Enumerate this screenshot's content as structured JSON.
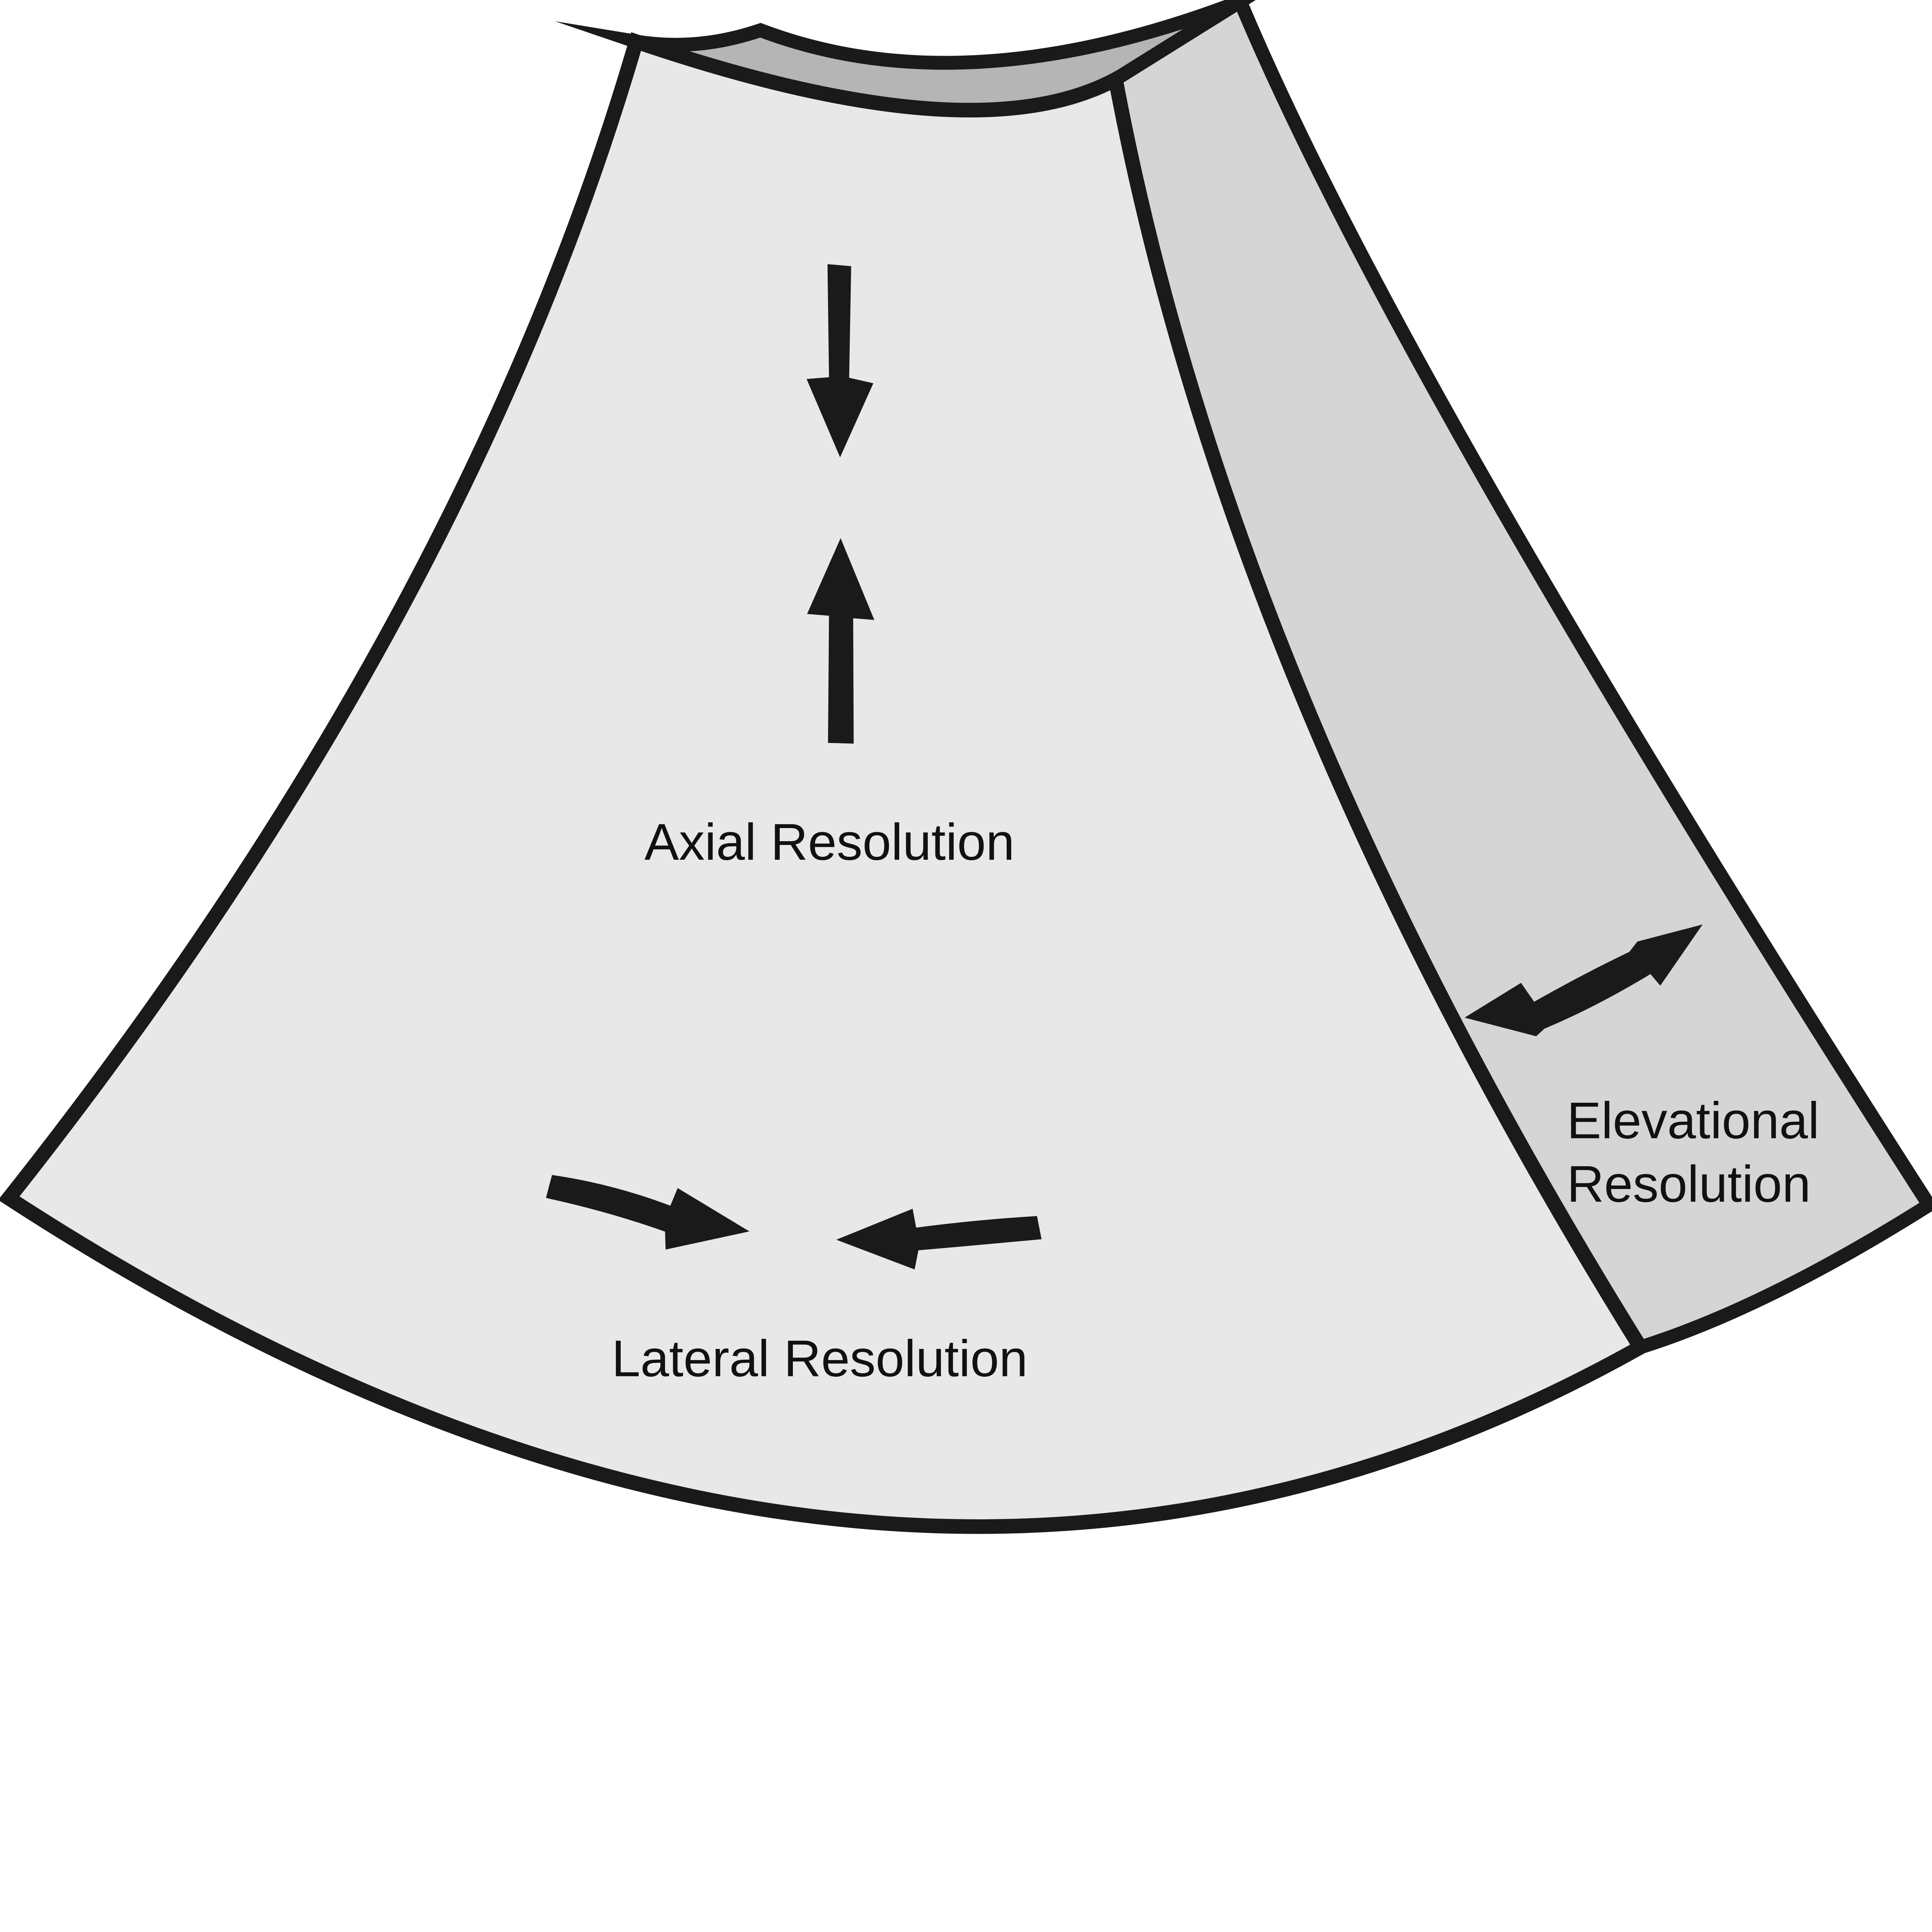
{
  "figure": {
    "type": "ultrasound-resolution-diagram",
    "labels": {
      "axial": "Axial Resolution",
      "lateral": "Lateral Resolution",
      "elevational_line1": "Elevational",
      "elevational_line2": "Resolution"
    },
    "arrows": {
      "axial_down": "down-arrow",
      "axial_up": "up-arrow",
      "lateral_left": "curved-right-pointing-arrow",
      "lateral_right": "curved-left-pointing-arrow",
      "elevational_sweep": "curved-double-headed-arrow"
    },
    "colors": {
      "background": "#ffffff",
      "scan_plane_face": "#e8e8e8",
      "side_face": "#d5d5d5",
      "top_face": "#b5b5b5",
      "outline": "#1a1a1a",
      "arrow": "#1a1a1a",
      "text": "#111111"
    }
  }
}
